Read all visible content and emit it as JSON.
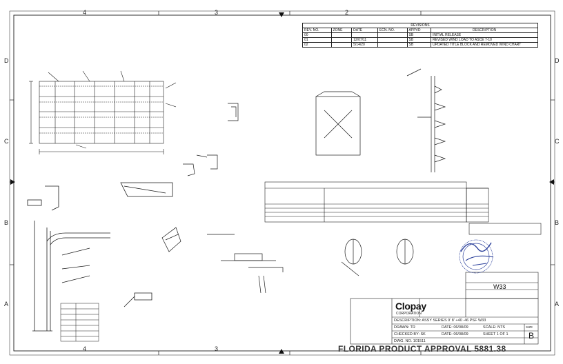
{
  "zones": {
    "top": [
      "4",
      "3",
      "2"
    ],
    "bottom": [
      "4",
      "3"
    ],
    "left": [
      "D",
      "C",
      "B",
      "A"
    ],
    "right": [
      "D",
      "C",
      "B",
      "A"
    ]
  },
  "revisions": {
    "title": "REVISIONS",
    "headers": [
      "REV. NO.",
      "ZONE",
      "DATE",
      "ECN. NO.",
      "APPVD",
      "DESCRIPTION"
    ],
    "rows": [
      [
        "00",
        "",
        "",
        "",
        "SB",
        "INITIAL RELEASE"
      ],
      [
        "01",
        "",
        "12/07/11",
        "",
        "SB",
        "REVISED WIND LOAD TO ASCE 7-10"
      ],
      [
        "02",
        "",
        "5/14/20",
        "",
        "SB",
        "UPDATED TITLE BLOCK AND REMOVED WIND CHART"
      ]
    ]
  },
  "title_block": {
    "company": "Clopay",
    "company_sub": "CORPORATION",
    "description": "DESCRIPTION: ASSY SERIES 9' 8' +40 -46 PSF W33",
    "drawn": "DRAWN: TR",
    "date": "DATE: 06/08/09",
    "checked": "CHECKED BY: SK",
    "date2": "DATE: 06/08/09",
    "sheet": "SHEET 1 OF 1",
    "dwg_no": "DWG. NO. 101511",
    "rev": "B",
    "size": "SIZE",
    "scale": "SCALE: NTS"
  },
  "florida_stamp": "FLORIDA PRODUCT APPROVAL 5881.38",
  "window_code": "W33"
}
